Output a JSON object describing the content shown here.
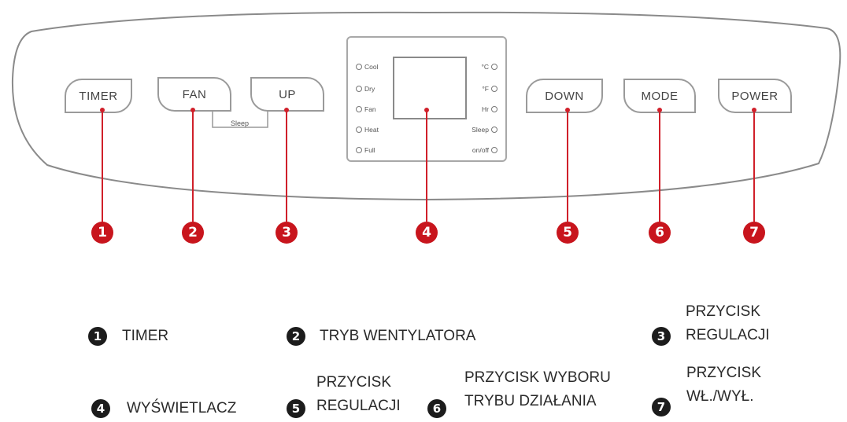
{
  "buttons": [
    {
      "id": "timer",
      "label": "TIMER",
      "num": "1"
    },
    {
      "id": "fan",
      "label": "FAN",
      "num": "2"
    },
    {
      "id": "up",
      "label": "UP",
      "num": "3"
    },
    {
      "id": "down",
      "label": "DOWN",
      "num": "5"
    },
    {
      "id": "mode",
      "label": "MODE",
      "num": "6"
    },
    {
      "id": "power",
      "label": "POWER",
      "num": "7"
    }
  ],
  "sleep_label": "Sleep",
  "display": {
    "num": "4",
    "left_indicators": [
      "Cool",
      "Dry",
      "Fan",
      "Heat",
      "Full"
    ],
    "right_indicators": [
      "°C",
      "°F",
      "Hr",
      "Sleep",
      "on/off"
    ]
  },
  "legend": [
    {
      "num": "1",
      "lines": [
        "TIMER"
      ]
    },
    {
      "num": "2",
      "lines": [
        "TRYB WENTYLATORA"
      ]
    },
    {
      "num": "3",
      "lines": [
        "PRZYCISK",
        "REGULACJI"
      ]
    },
    {
      "num": "4",
      "lines": [
        "WYŚWIETLACZ"
      ]
    },
    {
      "num": "5",
      "lines": [
        "PRZYCISK",
        "REGULACJI"
      ]
    },
    {
      "num": "6",
      "lines": [
        "PRZYCISK WYBORU",
        "TRYBU DZIAŁANIA"
      ]
    },
    {
      "num": "7",
      "lines": [
        "PRZYCISK",
        "WŁ./WYŁ."
      ]
    }
  ],
  "colors": {
    "accent": "#c8151d",
    "outline": "#9a9a9a",
    "legend_badge": "#1c1c1c"
  }
}
